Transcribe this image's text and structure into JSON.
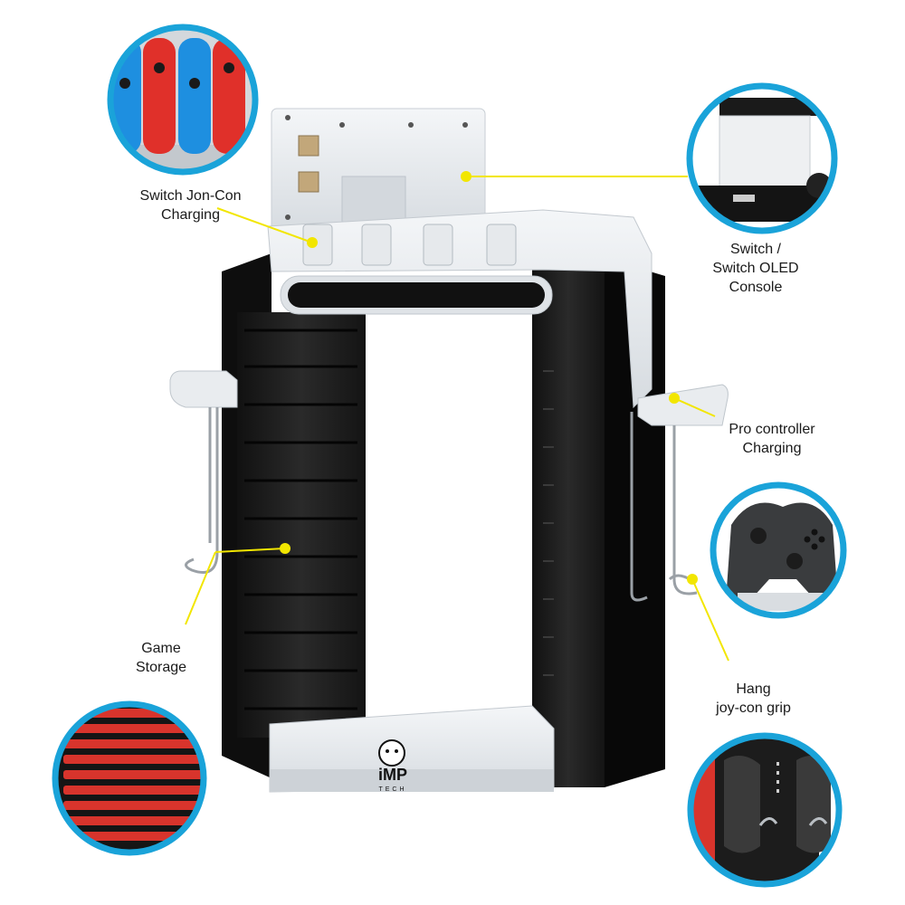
{
  "labels": {
    "joycon_charging": [
      "Switch Jon-Con",
      "Charging"
    ],
    "console": [
      "Switch /",
      "Switch OLED",
      "Console"
    ],
    "pro_controller": [
      "Pro controller",
      "Charging"
    ],
    "game_storage": [
      "Game",
      "Storage"
    ],
    "hang_grip": [
      "Hang",
      "joy-con grip"
    ]
  },
  "brand": {
    "name": "iMP",
    "sub": "TECH"
  },
  "colors": {
    "callout_ring": "#1aa3d9",
    "callout_line": "#f2e600",
    "stand_black": "#1b1b1b",
    "stand_white": "#e9ecef",
    "joycon_blue": "#1e8fe0",
    "joycon_red": "#e0302a",
    "storage_red": "#d8342c"
  }
}
